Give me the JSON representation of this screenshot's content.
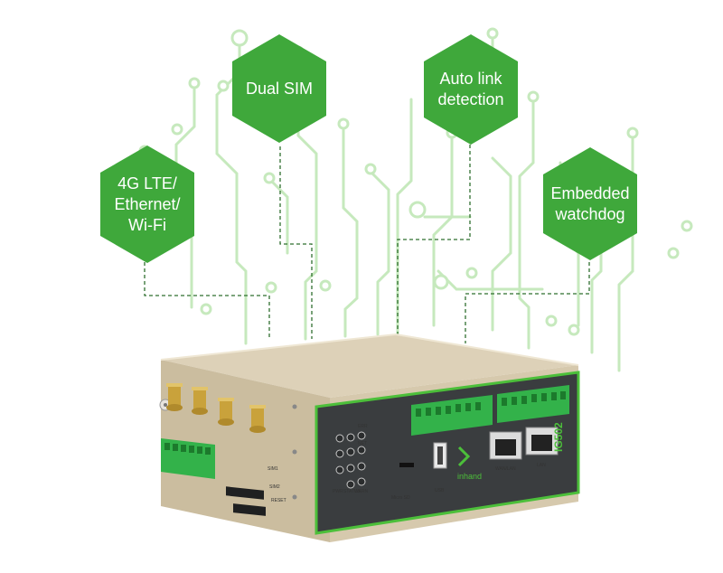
{
  "features": [
    {
      "id": "lte",
      "label": "4G LTE/\nEthernet/\nWi-Fi"
    },
    {
      "id": "dualsim",
      "label": "Dual SIM"
    },
    {
      "id": "autolink",
      "label": "Auto link\ndetection"
    },
    {
      "id": "watchdog",
      "label": "Embedded\nwatchdog"
    }
  ],
  "device": {
    "brand": "inhand",
    "model": "IG502",
    "port_labels": {
      "microsd": "Micro SD",
      "usb": "USB",
      "wanlan": "WAN/LAN",
      "lan": "LAN",
      "err": "ERR",
      "net": "NET",
      "pwr": "PWR",
      "status": "STATUS",
      "warn": "WARN",
      "sim1": "SIM1",
      "sim2": "SIM2",
      "reset": "RESET"
    }
  },
  "colors": {
    "hex_green": "#3fa83b",
    "circuit_green": "#b9e3b0",
    "dashed_line": "#2f6f2f",
    "device_body": "#dccfb5",
    "panel_dark": "#3a3d3f",
    "panel_border": "#4cbf3a",
    "terminal_green": "#33b24a"
  }
}
